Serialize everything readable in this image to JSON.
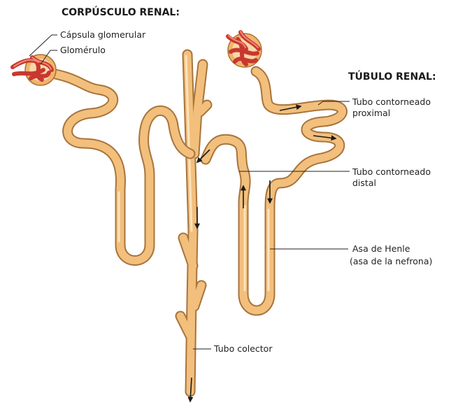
{
  "headings": {
    "corpusculo_renal": "CORPÚSCULO RENAL:",
    "tubulo_renal": "TÚBULO RENAL:"
  },
  "labels": {
    "capsula_glomerular": "Cápsula glomerular",
    "glomerulo": "Glomérulo",
    "tubo_contorneado_proximal": [
      "Tubo contorneado",
      "proximal"
    ],
    "tubo_contorneado_distal": [
      "Tubo contorneado",
      "distal"
    ],
    "asa_de_henle": [
      "Asa de Henle",
      "(asa de la nefrona)"
    ],
    "tubo_colector": "Tubo colector"
  },
  "colors": {
    "tubule_outline": "#a8743c",
    "tubule_fill": "#f2bf7c",
    "tubule_highlight": "#fbe3bd",
    "glomerulus": "#e04a3f",
    "capsule": "#e8a85c",
    "arrow": "#1a1a1a"
  }
}
